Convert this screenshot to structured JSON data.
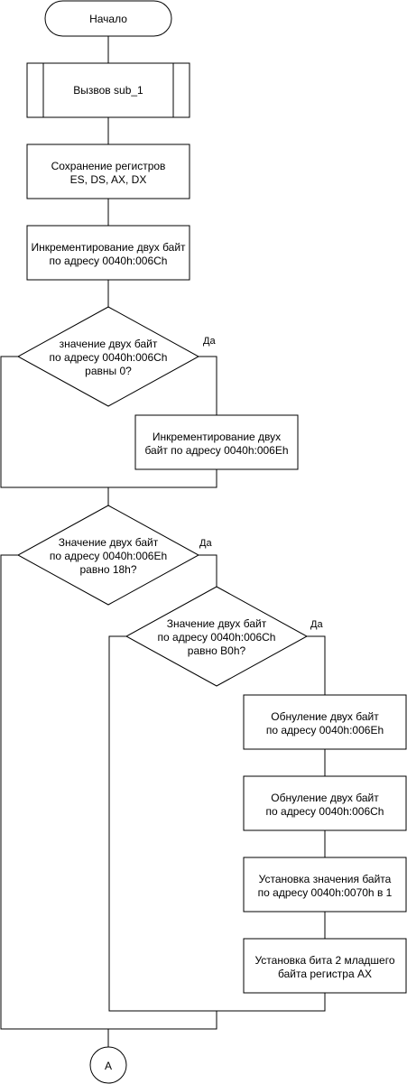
{
  "diagram": {
    "start": "Начало",
    "call_sub": "Вызвов sub_1",
    "save_regs": [
      "Сохранение регистров",
      "ES, DS, AX, DX"
    ],
    "inc_006c": [
      "Инкрементирование двух байт",
      "по адресу 0040h:006Ch"
    ],
    "cond_zero": [
      "значение двух байт",
      "по адресу 0040h:006Ch",
      "равны 0?"
    ],
    "inc_006e": [
      "Инкрементирование двух",
      "байт по адресу 0040h:006Eh"
    ],
    "cond_18h": [
      "Значение двух байт",
      "по адресу 0040h:006Eh",
      "равно 18h?"
    ],
    "cond_b0h": [
      "Значение двух байт",
      "по адресу 0040h:006Ch",
      "равно B0h?"
    ],
    "reset_006e": [
      "Обнуление двух байт",
      "по адресу 0040h:006Eh"
    ],
    "reset_006c": [
      "Обнуление двух байт",
      "по адресу 0040h:006Ch"
    ],
    "set_0070": [
      "Установка значения байта",
      "по адресу 0040h:0070h в 1"
    ],
    "set_bit2": [
      "Установка бита 2 младшего",
      "байта регистра AX"
    ],
    "yes_1": "Да",
    "yes_2": "Да",
    "yes_3": "Да",
    "connector": "A"
  }
}
